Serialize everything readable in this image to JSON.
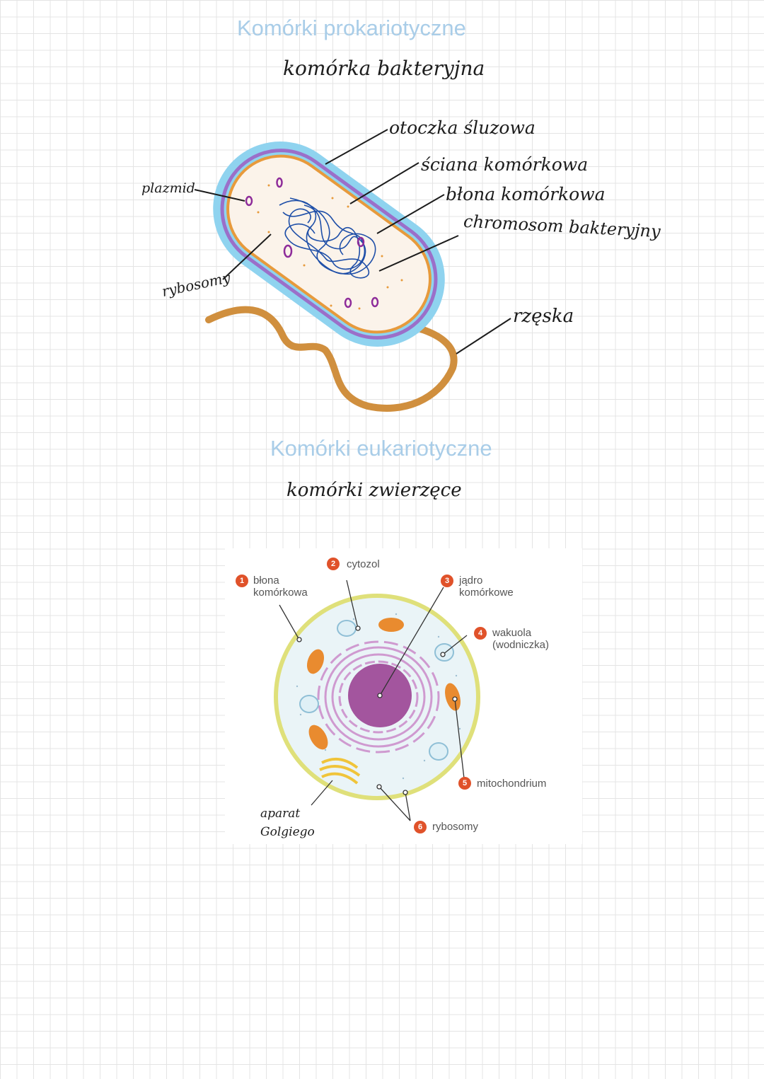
{
  "prokaryote": {
    "section_title": "Komórki prokariotyczne",
    "subtitle": "komórka bakteryjna",
    "labels": {
      "capsule": "otoczka śluzowa",
      "cell_wall": "ściana komórkowa",
      "membrane": "błona komórkowa",
      "chromosome": "chromosom bakteryjny",
      "flagellum": "rzęska",
      "plasmid": "plazmid",
      "ribosomes": "rybosomy"
    }
  },
  "eukaryote": {
    "section_title": "Komórki eukariotyczne",
    "subtitle": "komórki zwierzęce",
    "labels": [
      {
        "num": "1",
        "text": "błona\nkomórkowa"
      },
      {
        "num": "2",
        "text": "cytozol"
      },
      {
        "num": "3",
        "text": "jądro\nkomórkowe"
      },
      {
        "num": "4",
        "text": "wakuola\n(wodniczka)"
      },
      {
        "num": "5",
        "text": "mitochondrium"
      },
      {
        "num": "6",
        "text": "rybosomy"
      }
    ],
    "golgi_label": "aparat\nGolgiego"
  },
  "colors": {
    "title": "#a9cde8",
    "capsule": "#8fd3ef",
    "wall": "#9b6fc9",
    "membrane": "#e79a3c",
    "cytoplasm": "#fbf3ea",
    "chromosome": "#1f4fa8",
    "flagellum": "#d08f3e",
    "animal_membrane": "#dfe07a",
    "nucleus": "#a3559e",
    "mitochondrion": "#e98b2f",
    "golgi": "#f0c43a",
    "badge": "#e0522a"
  }
}
